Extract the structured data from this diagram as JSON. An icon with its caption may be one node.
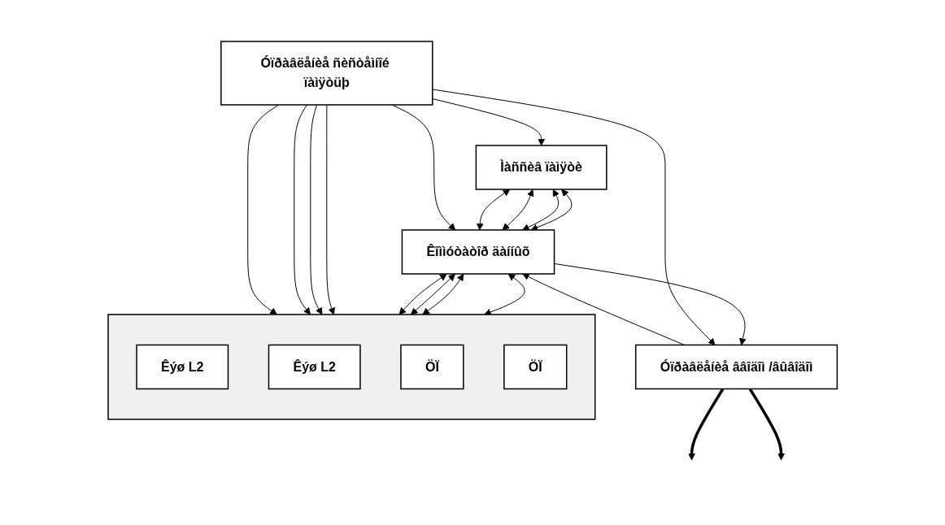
{
  "diagram": {
    "nodes": [
      {
        "text": [
          "Ìàññèâ ïàìÿòè"
        ]
      },
      {
        "text": [
          "Óïðàâëåíèå ââîäîì /âûâîäîì"
        ]
      },
      {
        "text": [
          "Êîììóòàòîð äàííûõ"
        ]
      },
      {
        "text": [
          "Óïðàâëåíèå ñèñòåìíîé ïàìÿòüþ"
        ]
      },
      {
        "text": [],
        "shape": "box"
      },
      {
        "text": [
          "Êýø L2"
        ],
        "in": 4
      },
      {
        "text": [
          "Êýø L2"
        ],
        "in": 4
      },
      {
        "text": [
          "ÖÏ"
        ],
        "in": 4
      },
      {
        "text": [
          "ÖÏ"
        ],
        "in": 4
      }
    ],
    "edges": [
      {
        "from": 0,
        "to": 2,
        "arrow": "both"
      },
      {
        "from": 0,
        "to": 2,
        "arrow": "both"
      },
      {
        "from": 0,
        "to": 2,
        "arrow": "both"
      },
      {
        "from": 0,
        "to": 2,
        "arrow": "both"
      },
      {
        "from": 2,
        "to": 4,
        "arrow": "both"
      },
      {
        "from": 2,
        "to": 4,
        "arrow": "both"
      },
      {
        "from": 2,
        "to": 4,
        "arrow": "both"
      },
      {
        "from": 2,
        "to": 4,
        "arrow": "both"
      },
      {
        "from": 2,
        "to": 1,
        "arrow": "to"
      },
      {
        "from": 1,
        "to": 2,
        "arrow": "to"
      },
      {
        "from": 3,
        "to": 2,
        "arrow": "to"
      },
      {
        "from": 3,
        "to": 0,
        "arrow": "to"
      },
      {
        "from": 3,
        "to": 1,
        "arrow": "to"
      },
      {
        "from": 1,
        "to": null,
        "arrow": "to",
        "style": "thick"
      },
      {
        "from": 1,
        "to": null,
        "arrow": "to",
        "style": "thick"
      },
      {
        "from": 3,
        "to": 4,
        "arrow": "to"
      },
      {
        "from": 3,
        "to": 4,
        "arrow": "to"
      },
      {
        "from": 3,
        "to": 4,
        "arrow": "to"
      },
      {
        "from": 3,
        "to": 4,
        "arrow": "to"
      }
    ]
  }
}
